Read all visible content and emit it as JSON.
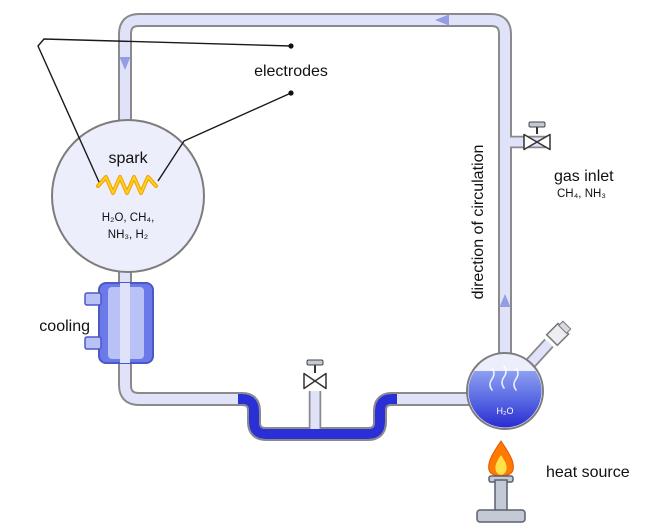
{
  "diagram": {
    "labels": {
      "electrodes": "electrodes",
      "spark": "spark",
      "flask_gases_line1": "H₂O, CH₄,",
      "flask_gases_line2": "NH₃, H₂",
      "cooling": "cooling",
      "direction_of_circulation": "direction of circulation",
      "gas_inlet": "gas inlet",
      "gas_inlet_gases": "CH₄, NH₃",
      "water": "H₂O",
      "heat_source": "heat source"
    },
    "colors": {
      "tube_fill": "#dfe2f9",
      "tube_outline": "#8a8a8a",
      "flask_fill": "#eceefb",
      "flask_outline": "#7d7d7d",
      "spark_yellow": "#ffd21f",
      "spark_orange": "#f0a300",
      "liquid_blue": "#2b2fd6",
      "water_top": "#8d9ff0",
      "water_bottom": "#2424d0",
      "condenser_blue": "#6b7ae8",
      "condenser_border": "#4c57c8",
      "condenser_light": "#b9c2f7",
      "arrow": "#949ce4",
      "flame_orange": "#ff7a00",
      "flame_yellow": "#ffe14a",
      "burner_gray": "#c3cad6",
      "burner_border": "#5a5f6e",
      "wire": "#1a1a1a",
      "label": "#111111"
    }
  }
}
